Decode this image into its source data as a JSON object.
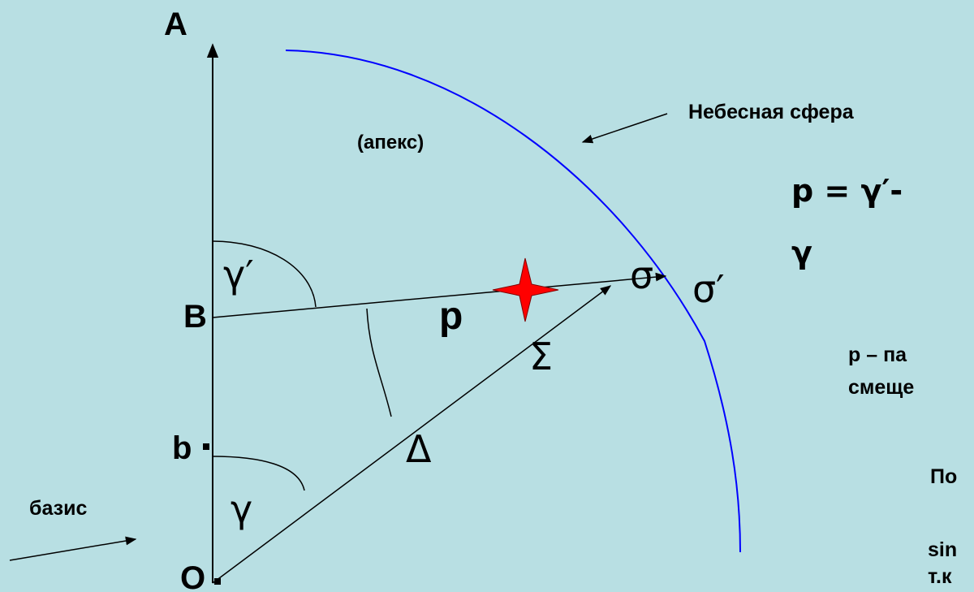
{
  "points": {
    "A": "A",
    "B": "B",
    "b": "b",
    "O": "O"
  },
  "greek": {
    "gamma_prime": "γ′",
    "gamma": "γ",
    "sigma": "σ",
    "sigma_prime": "σ′",
    "Sigma": "Σ",
    "Delta": "Δ"
  },
  "labels": {
    "apex": "(апекс)",
    "celestial_sphere": "Небесная сфера",
    "basis": "базис",
    "p": "p"
  },
  "formula": {
    "line1": "p = γ′-",
    "line2": "γ"
  },
  "notes": {
    "p_def_line1": "p – па",
    "p_def_line2": "смеще",
    "po": "По",
    "sin": "sin",
    "tk": "т.к"
  },
  "colors": {
    "background": "#b8dfe3",
    "arc": "#0000ff",
    "star": "#ff0000",
    "lines": "#000000"
  }
}
